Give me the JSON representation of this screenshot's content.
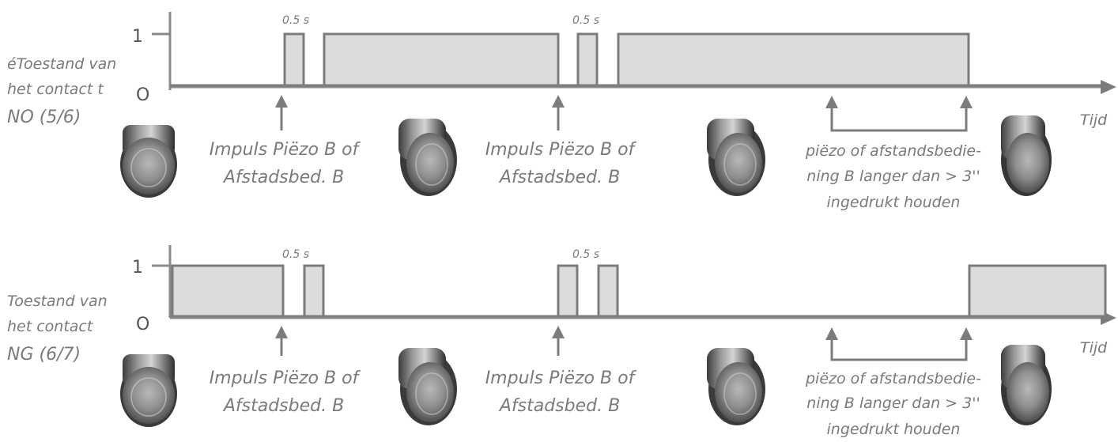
{
  "panels": [
    {
      "state_label_lines": [
        "éToestand van",
        "het contact t",
        "NO (5/6)"
      ],
      "y_high": "1",
      "y_low": "O",
      "x_axis_label": "Tijd",
      "pulse_duration_labels": [
        "0.5 s",
        "0.5 s"
      ],
      "trigger_1": [
        "Impuls Piëzo B of",
        "Afstadsbed. B"
      ],
      "trigger_2": [
        "Impuls Piëzo B of",
        "Afstadsbed. B"
      ],
      "long_press": [
        "piëzo of afstandsbedie-",
        "ning B langer dan > 3''",
        "ingedrukt houden"
      ]
    },
    {
      "state_label_lines": [
        "Toestand van",
        "het contact",
        "NG (6/7)"
      ],
      "y_high": "1",
      "y_low": "O",
      "x_axis_label": "Tijd",
      "pulse_duration_labels": [
        "0.5 s",
        "0.5 s"
      ],
      "trigger_1": [
        "Impuls Piëzo B of",
        "Afstadsbed. B"
      ],
      "trigger_2": [
        "Impuls Piëzo B of",
        "Afstadsbed. B"
      ],
      "long_press": [
        "piëzo of afstandsbedie-",
        "ning B langer dan > 3''",
        "ingedrukt houden"
      ]
    }
  ],
  "icons": [
    "push-button-icon",
    "arrow-up-icon"
  ]
}
